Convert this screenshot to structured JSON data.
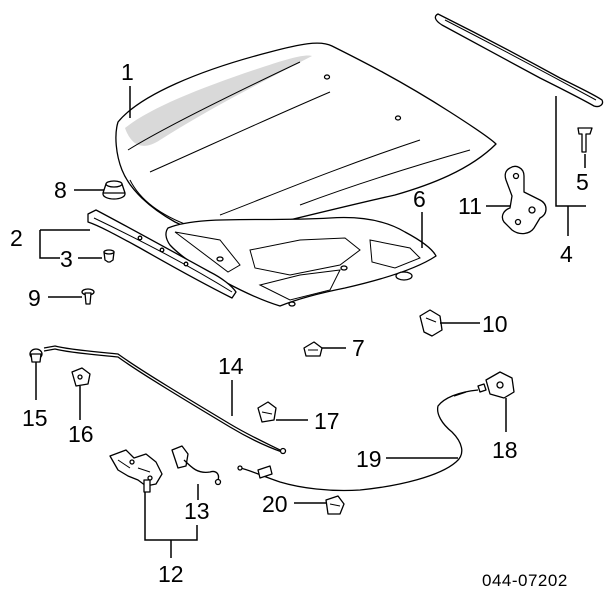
{
  "diagram": {
    "reference_code": "044-07202",
    "callouts": [
      {
        "id": "c1",
        "label": "1"
      },
      {
        "id": "c2",
        "label": "2"
      },
      {
        "id": "c3",
        "label": "3"
      },
      {
        "id": "c4",
        "label": "4"
      },
      {
        "id": "c5",
        "label": "5"
      },
      {
        "id": "c6",
        "label": "6"
      },
      {
        "id": "c7",
        "label": "7"
      },
      {
        "id": "c8",
        "label": "8"
      },
      {
        "id": "c9",
        "label": "9"
      },
      {
        "id": "c10",
        "label": "10"
      },
      {
        "id": "c11",
        "label": "11"
      },
      {
        "id": "c12",
        "label": "12"
      },
      {
        "id": "c13",
        "label": "13"
      },
      {
        "id": "c14",
        "label": "14"
      },
      {
        "id": "c15",
        "label": "15"
      },
      {
        "id": "c16",
        "label": "16"
      },
      {
        "id": "c17",
        "label": "17"
      },
      {
        "id": "c18",
        "label": "18"
      },
      {
        "id": "c19",
        "label": "19"
      },
      {
        "id": "c20",
        "label": "20"
      }
    ]
  }
}
